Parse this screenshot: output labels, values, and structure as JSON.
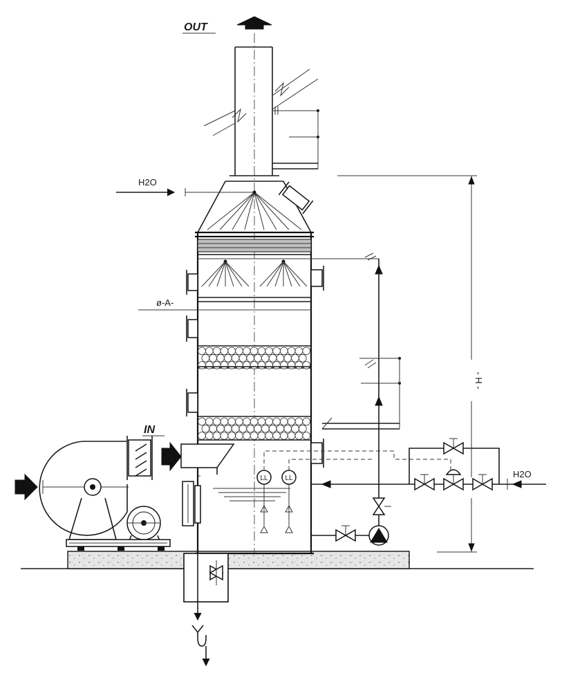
{
  "labels": {
    "outlet": "OUT",
    "inlet": "IN",
    "water_top": "H2O",
    "water_right": "H2O",
    "diameter": "ø-A-",
    "height": "- H -",
    "level_switch_1": "LL",
    "level_switch_2": "LL"
  },
  "colors": {
    "ink": "#1a1a1a",
    "background": "#ffffff",
    "concrete": "#d9d9d9"
  }
}
